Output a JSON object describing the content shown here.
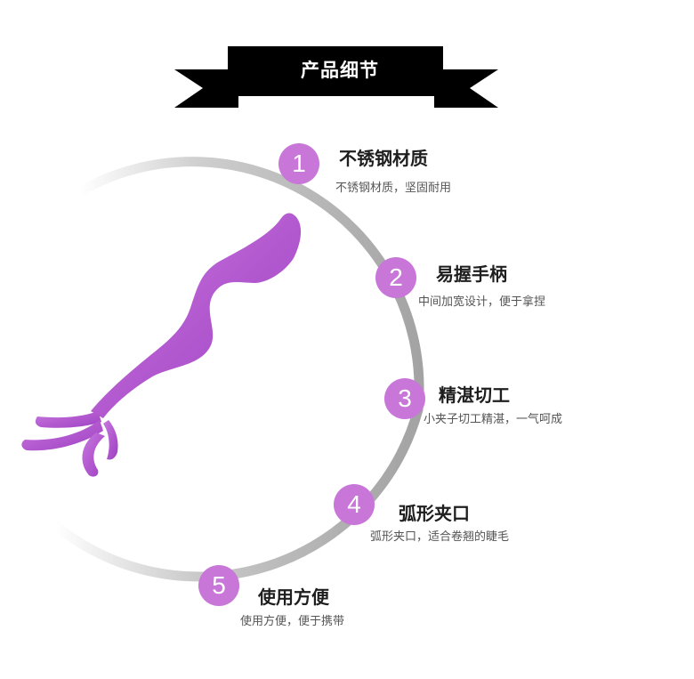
{
  "header": {
    "title": "产品细节"
  },
  "features": [
    {
      "number": "1",
      "title": "不锈钢材质",
      "desc": "不锈钢材质，坚固耐用"
    },
    {
      "number": "2",
      "title": "易握手柄",
      "desc": "中间加宽设计，便于拿捏"
    },
    {
      "number": "3",
      "title": "精湛切工",
      "desc": "小夹子切工精湛，一气呵成"
    },
    {
      "number": "4",
      "title": "弧形夹口",
      "desc": "弧形夹口，适合卷翘的睫毛"
    },
    {
      "number": "5",
      "title": "使用方便",
      "desc": "使用方便，便于携带"
    }
  ],
  "colors": {
    "accent": "#c876d8",
    "ring": "#a6a6a6",
    "banner": "#000000",
    "product": "#b45ad0"
  },
  "icons": {
    "product": "eyelash-applicator-tweezer-image"
  }
}
